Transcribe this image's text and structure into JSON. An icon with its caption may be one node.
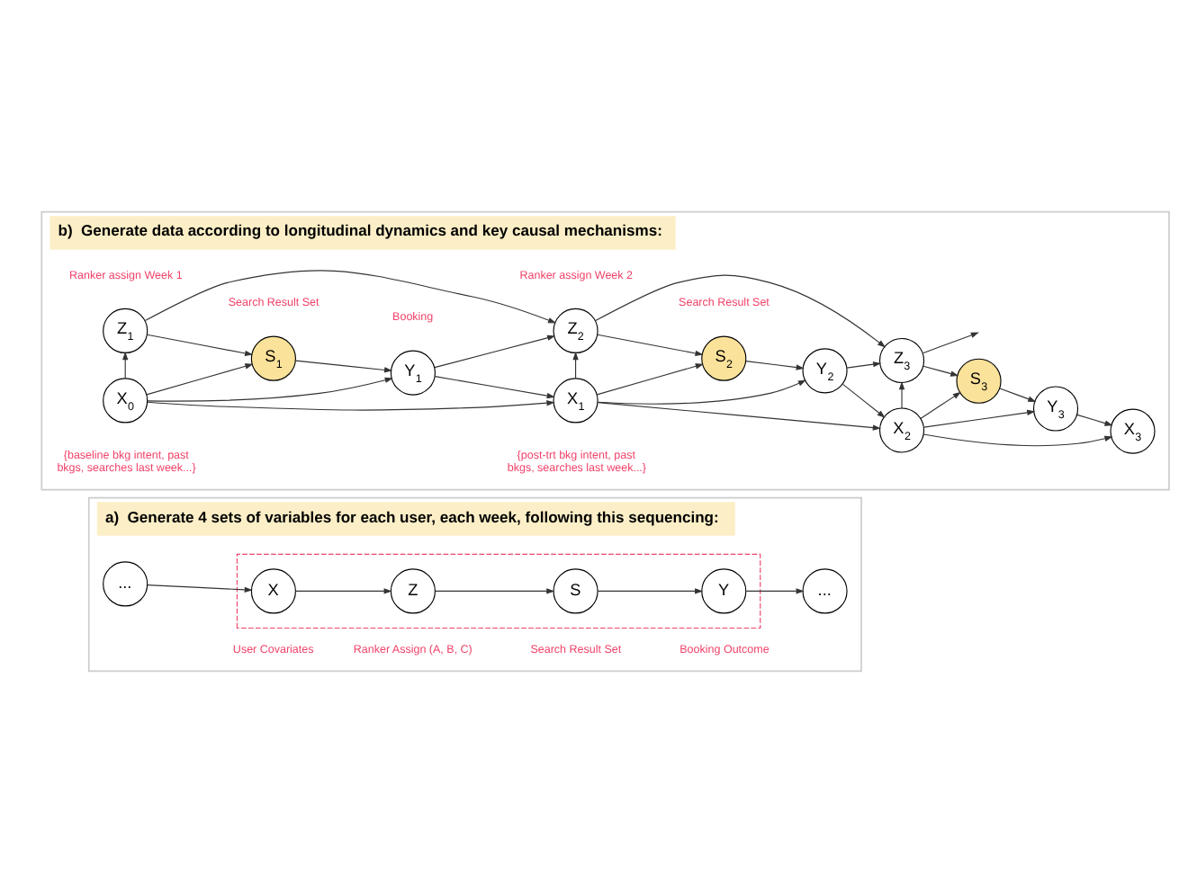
{
  "diagram": {
    "nodes": [
      {
        "text": [
          "a)  Generate 4 sets of variables for each user, each week, following this sequencing:"
        ]
      },
      {
        "text": [],
        "shape": "box",
        "in": 0
      },
      {
        "text": [
          "..."
        ],
        "in": 0
      },
      {
        "text": [
          "X"
        ],
        "in": 1,
        "beside": [
          "User Covariates"
        ]
      },
      {
        "text": [
          "Z"
        ],
        "in": 1,
        "beside": [
          "Ranker Assign (A, B, C)"
        ]
      },
      {
        "text": [
          "S"
        ],
        "in": 1,
        "beside": [
          "Search Result Set"
        ]
      },
      {
        "text": [
          "Y"
        ],
        "in": 1,
        "beside": [
          "Booking Outcome"
        ]
      },
      {
        "text": [
          "..."
        ],
        "in": 0
      },
      {
        "text": [
          "b)  Generate data according to longitudinal dynamics and key causal mechanisms:"
        ]
      },
      {
        "text": [
          "X$_{0}$"
        ],
        "in": 8,
        "beside": [
          "{baseline bkg intent, past bkgs, searches last week...}"
        ]
      },
      {
        "text": [
          "X$_{1}$"
        ],
        "in": 8,
        "beside": [
          "{post-trt bkg intent, past bkgs, searches last week...}"
        ]
      },
      {
        "text": [
          "X$_{2}$"
        ],
        "in": 8
      },
      {
        "text": [
          "X$_{3}$"
        ],
        "in": 8
      },
      {
        "text": [
          "S$_{1}$"
        ],
        "in": 8,
        "beside": [
          "Search Result Set"
        ]
      },
      {
        "text": [
          "Y$_{1}$"
        ],
        "in": 8,
        "beside": [
          "Booking"
        ]
      },
      {
        "text": [
          "S$_{2}$"
        ],
        "in": 8,
        "beside": [
          "Search Result Set"
        ]
      },
      {
        "text": [
          "Y$_{2}$"
        ],
        "in": 8
      },
      {
        "text": [
          "S$_{3}$"
        ],
        "in": 8
      },
      {
        "text": [
          "Y$_{3}$"
        ],
        "in": 8
      },
      {
        "text": [
          "Z$_{1}$"
        ],
        "in": 8,
        "beside": [
          "Ranker assign Week 1"
        ]
      },
      {
        "text": [
          "Z$_{2}$"
        ],
        "in": 8,
        "beside": [
          "Ranker assign Week 2"
        ]
      },
      {
        "text": [
          "Z$_{3}$"
        ],
        "in": 8
      }
    ],
    "edges": [
      {
        "from": 2,
        "to": 3,
        "arrow": "to"
      },
      {
        "from": 3,
        "to": 4,
        "arrow": "to"
      },
      {
        "from": 4,
        "to": 5,
        "arrow": "to"
      },
      {
        "from": 5,
        "to": 6,
        "arrow": "to"
      },
      {
        "from": 6,
        "to": 7,
        "arrow": "to"
      },
      {
        "from": 9,
        "to": 10,
        "arrow": "to"
      },
      {
        "from": 9,
        "to": 13,
        "arrow": "to"
      },
      {
        "from": 9,
        "to": 14,
        "arrow": "to"
      },
      {
        "from": 9,
        "to": 19,
        "arrow": "to"
      },
      {
        "from": 19,
        "to": 13,
        "arrow": "to"
      },
      {
        "from": 13,
        "to": 14,
        "arrow": "to"
      },
      {
        "from": 19,
        "to": 20,
        "arrow": "to"
      },
      {
        "from": 14,
        "to": 10,
        "arrow": "to"
      },
      {
        "from": 14,
        "to": 20,
        "arrow": "to"
      },
      {
        "from": 10,
        "to": 11,
        "arrow": "to"
      },
      {
        "from": 10,
        "to": 15,
        "arrow": "to"
      },
      {
        "from": 10,
        "to": 16,
        "arrow": "to"
      },
      {
        "from": 10,
        "to": 20,
        "arrow": "to"
      },
      {
        "from": 20,
        "to": 15,
        "arrow": "to"
      },
      {
        "from": 15,
        "to": 16,
        "arrow": "to"
      },
      {
        "from": 20,
        "to": 21,
        "arrow": "to"
      },
      {
        "from": 16,
        "to": 11,
        "arrow": "to"
      },
      {
        "from": 16,
        "to": 21,
        "arrow": "to"
      },
      {
        "from": 11,
        "to": 12,
        "arrow": "to"
      },
      {
        "from": 11,
        "to": 17,
        "arrow": "to"
      },
      {
        "from": 11,
        "to": 18,
        "arrow": "to"
      },
      {
        "from": 11,
        "to": 21,
        "arrow": "to"
      },
      {
        "from": 21,
        "to": 17,
        "arrow": "to"
      },
      {
        "from": 17,
        "to": 18,
        "arrow": "to"
      },
      {
        "from": 18,
        "to": 12,
        "arrow": "to"
      },
      {
        "from": 21,
        "to": null,
        "arrow": "to"
      }
    ]
  }
}
